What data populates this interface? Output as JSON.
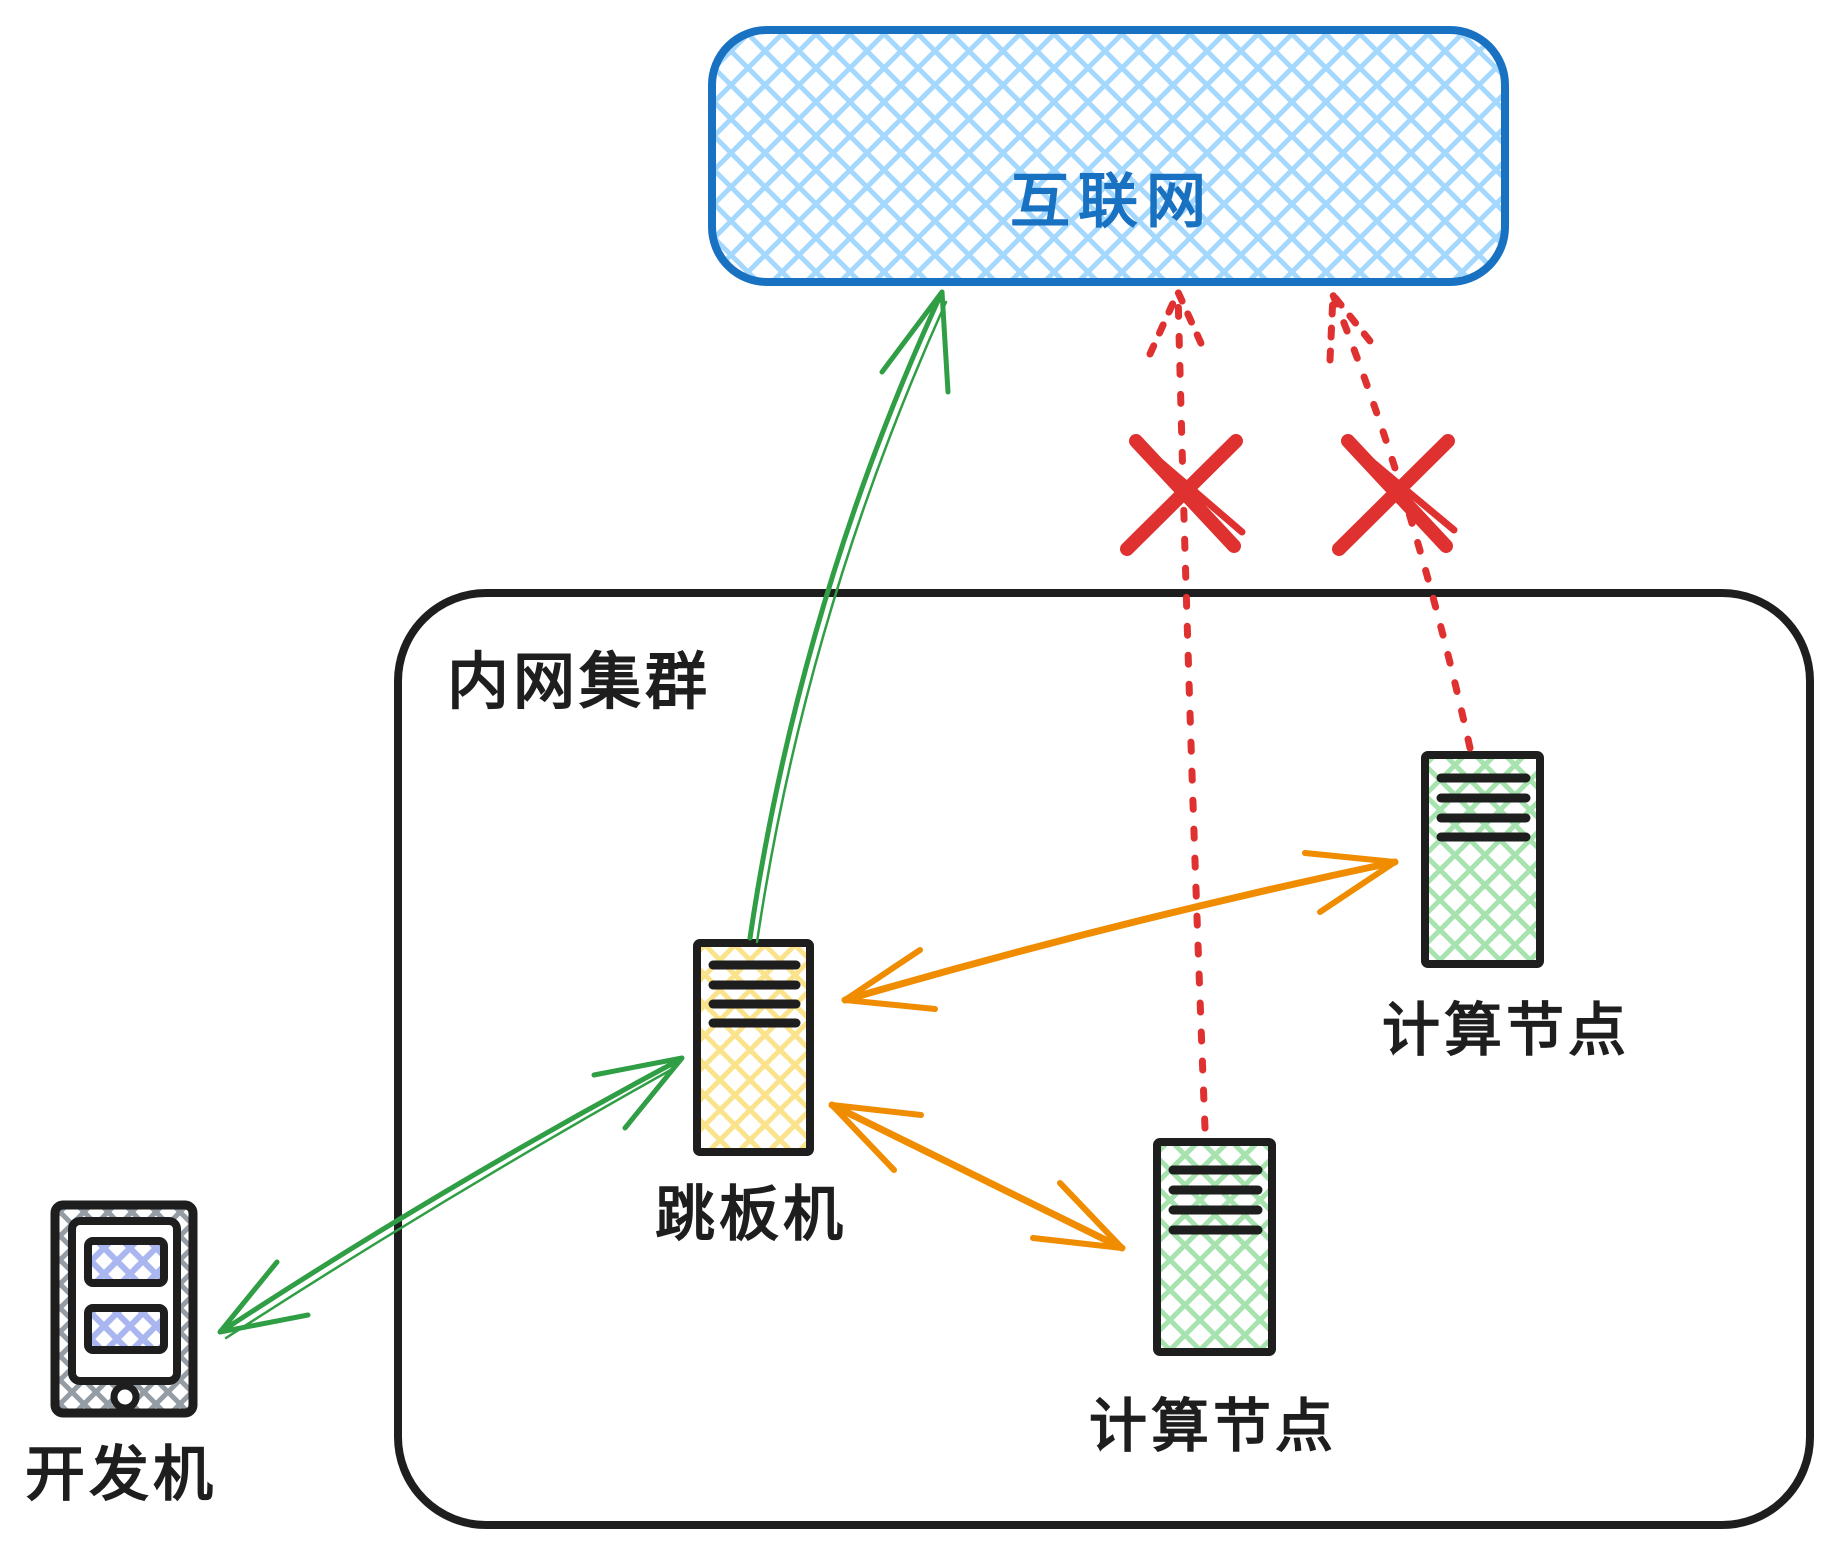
{
  "diagram": {
    "internet_label": "互联网",
    "cluster_label": "内网集群",
    "jump_server_label": "跳板机",
    "compute_node_right_label": "计算节点",
    "compute_node_bottom_label": "计算节点",
    "dev_machine_label": "开发机",
    "colors": {
      "internet_stroke": "#1971c2",
      "internet_hatch": "#a5d8ff",
      "ink": "#1e1e1e",
      "jump_hatch": "#fbe38b",
      "compute_hatch": "#a6e3ae",
      "dev_frame_hatch": "#949ca4",
      "dev_screen_hatch": "#aab6f0",
      "arrow_allowed": "#2f9e44",
      "arrow_internal": "#f08c00",
      "arrow_blocked": "#e03131"
    }
  }
}
